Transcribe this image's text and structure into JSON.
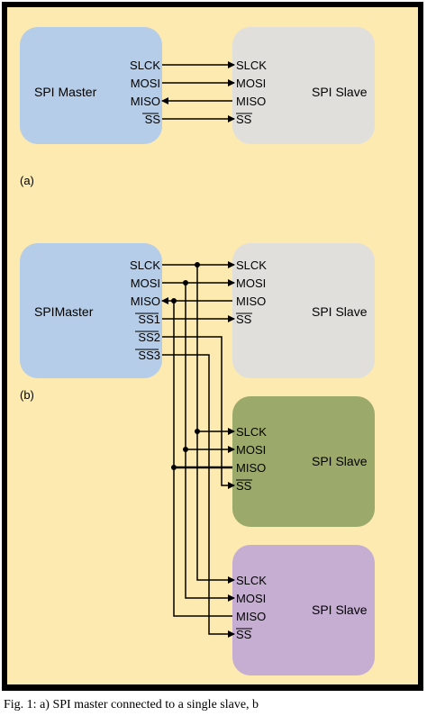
{
  "colors": {
    "panel_bg": "#fdeab0",
    "frame": "#000000",
    "master_fill": "#b5cde8",
    "slave_gray_fill": "#e0dfdb",
    "slave_green_fill": "#9ba96b",
    "slave_purple_fill": "#c6aed2",
    "line": "#000000"
  },
  "diagram_a": {
    "label": "(a)",
    "master": {
      "title": "SPI Master",
      "pins": [
        "SLCK",
        "MOSI",
        "MISO",
        "SS"
      ]
    },
    "slave": {
      "title": "SPI Slave",
      "pins": [
        "SLCK",
        "MOSI",
        "MISO",
        "SS"
      ]
    }
  },
  "diagram_b": {
    "label": "(b)",
    "master": {
      "title": "SPIMaster",
      "pins": [
        "SLCK",
        "MOSI",
        "MISO",
        "SS1",
        "SS2",
        "SS3"
      ]
    },
    "slaves": [
      {
        "title": "SPI Slave",
        "pins": [
          "SLCK",
          "MOSI",
          "MISO",
          "SS"
        ]
      },
      {
        "title": "SPI Slave",
        "pins": [
          "SLCK",
          "MOSI",
          "MISO",
          "SS"
        ]
      },
      {
        "title": "SPI Slave",
        "pins": [
          "SLCK",
          "MOSI",
          "MISO",
          "SS"
        ]
      }
    ]
  },
  "caption": "Fig. 1:  a) SPI master connected to a single slave, b"
}
